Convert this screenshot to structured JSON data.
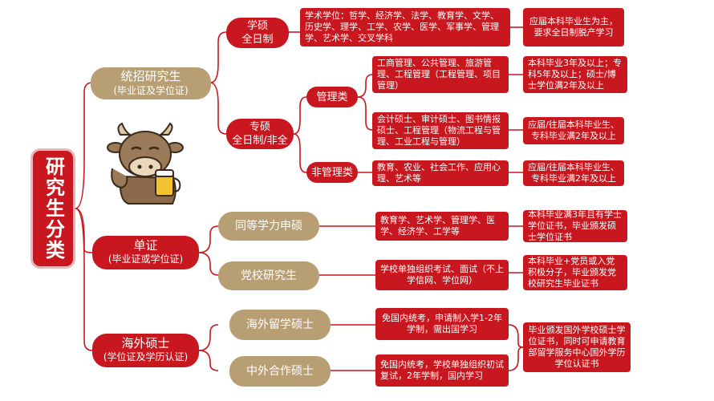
{
  "root": {
    "label": "研究生分类"
  },
  "categories": [
    {
      "title": "统招研究生",
      "subtitle": "(毕业证及学位证)"
    },
    {
      "title": "单证",
      "subtitle": "(毕业证或学位证)"
    },
    {
      "title": "海外硕士",
      "subtitle": "(学位证及学历认证)"
    }
  ],
  "types": {
    "academic": {
      "title": "学硕",
      "subtitle": "全日制"
    },
    "professional": {
      "title": "专硕",
      "subtitle": "全日制/非全"
    },
    "management": {
      "title": "管理类"
    },
    "non_management": {
      "title": "非管理类"
    },
    "equivalent": {
      "title": "同等学力申硕"
    },
    "party_school": {
      "title": "党校研究生"
    },
    "overseas": {
      "title": "海外留学硕士"
    },
    "sino_foreign": {
      "title": "中外合作硕士"
    }
  },
  "details": {
    "academic_majors": "学术学位：哲学、经济学、法学、教育学、文学、历史学、理学、工学、农学、医学、军事学、管理学、艺术学、交叉学科",
    "academic_req": "应届本科毕业生为主，要求全日制脱产学习",
    "mgmt_majors_1": "工商管理、公共管理、旅游管理、工程管理（工程管理、项目管理）",
    "mgmt_req_1": "本科毕业3年及以上；专科5年及以上；硕士/博士学位满2年及以上",
    "mgmt_majors_2": "会计硕士、审计硕士、图书情报硕士、工程管理（物流工程与管理、工业工程与管理）",
    "mgmt_req_2": "应届/往届本科毕业生、专科毕业满2年及以上",
    "nonmgmt_majors": "教育、农业、社会工作、应用心理、艺术等",
    "nonmgmt_req": "应届/往届本科毕业生、专科毕业满2年及以上",
    "equiv_majors": "教育学、艺术学、管理学、医学、经济学、工学等",
    "equiv_req": "本科毕业满3年且有学士学位证书，毕业颁发硕士学位证书",
    "party_exam": "学校单独组织考试、面试（不上学信网、学位网）",
    "party_req": "本科毕业+党员或入党积极分子，毕业颁发党校研究生毕业证书",
    "overseas_desc": "免国内统考，申请制入学1-2年学制，需出国学习",
    "sino_desc": "免国内统考，学校单独组织初试复试，2年学制，国内学习",
    "overseas_req": "毕业颁发国外学校硕士学位证书，同时可申请教育部留学服务中心国外学历学位认证书"
  },
  "colors": {
    "primary_red": "#c8171e",
    "gold": "#b89e73",
    "line": "#c8171e"
  },
  "icons": {
    "mascot": "cow-holding-beer-icon"
  }
}
